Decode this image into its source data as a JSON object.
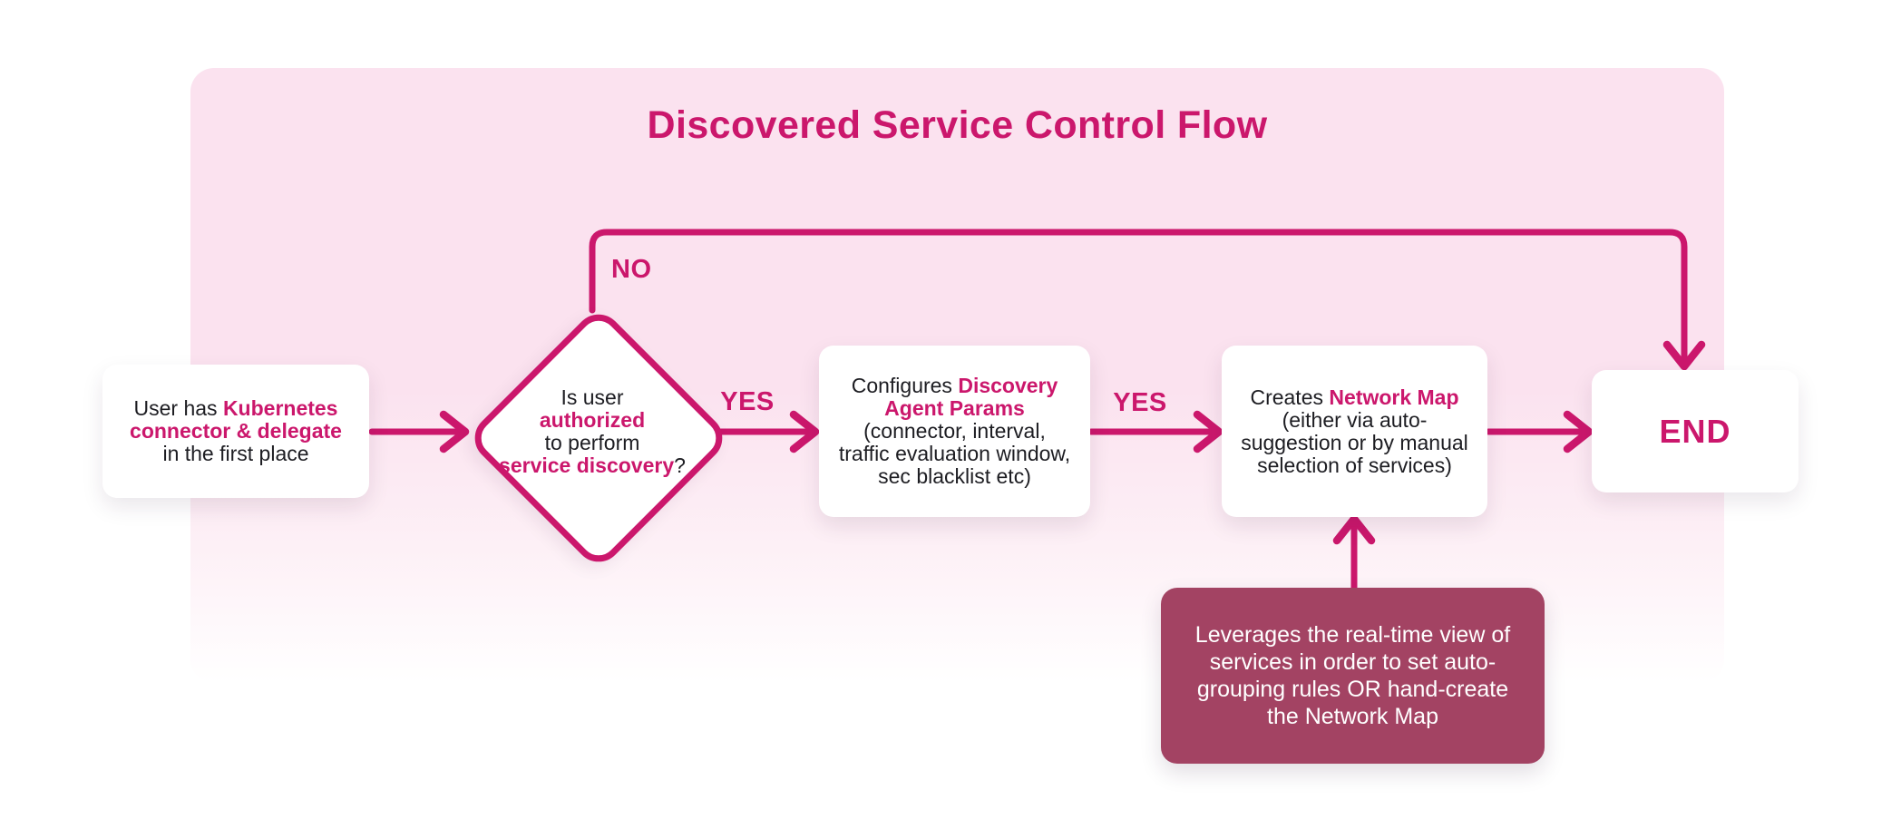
{
  "colors": {
    "accent": "#CB176C",
    "note_background": "#A34363",
    "panel_background": "#FBE2EF",
    "node_background": "#FFFFFF",
    "text_dark": "#1D1D22",
    "note_text": "#FFFFFF"
  },
  "title": "Discovered Service Control Flow",
  "edge_labels": {
    "no": "NO",
    "yes_decision_to_configure": "YES",
    "yes_configure_to_create": "YES"
  },
  "nodes": {
    "start": {
      "lines": [
        [
          {
            "t": "User has ",
            "h": false
          },
          {
            "t": "Kubernetes",
            "h": true
          }
        ],
        [
          {
            "t": "connector & delegate",
            "h": true
          }
        ],
        [
          {
            "t": "in the first place",
            "h": false
          }
        ]
      ]
    },
    "decision": {
      "lines": [
        [
          {
            "t": "Is user",
            "h": false
          }
        ],
        [
          {
            "t": "authorized",
            "h": true
          }
        ],
        [
          {
            "t": "to perform",
            "h": false
          }
        ],
        [
          {
            "t": "service discovery",
            "h": true
          },
          {
            "t": "?",
            "h": false
          }
        ]
      ]
    },
    "configure": {
      "lines": [
        [
          {
            "t": "Configures ",
            "h": false
          },
          {
            "t": "Discovery",
            "h": true
          }
        ],
        [
          {
            "t": "Agent Params",
            "h": true
          }
        ],
        [
          {
            "t": "(connector, interval,",
            "h": false
          }
        ],
        [
          {
            "t": "traffic evaluation window,",
            "h": false
          }
        ],
        [
          {
            "t": "sec blacklist etc)",
            "h": false
          }
        ]
      ]
    },
    "create_map": {
      "lines": [
        [
          {
            "t": "Creates ",
            "h": false
          },
          {
            "t": "Network Map",
            "h": true
          }
        ],
        [
          {
            "t": "(either via auto-",
            "h": false
          }
        ],
        [
          {
            "t": "suggestion or by manual",
            "h": false
          }
        ],
        [
          {
            "t": "selection of services)",
            "h": false
          }
        ]
      ]
    },
    "end": {
      "label": "END"
    },
    "note": {
      "lines": [
        [
          {
            "t": "Leverages the real-time view of",
            "h": false
          }
        ],
        [
          {
            "t": "services in order to set auto-",
            "h": false
          }
        ],
        [
          {
            "t": "grouping rules OR hand-create",
            "h": false
          }
        ],
        [
          {
            "t": "the Network Map",
            "h": false
          }
        ]
      ]
    }
  }
}
